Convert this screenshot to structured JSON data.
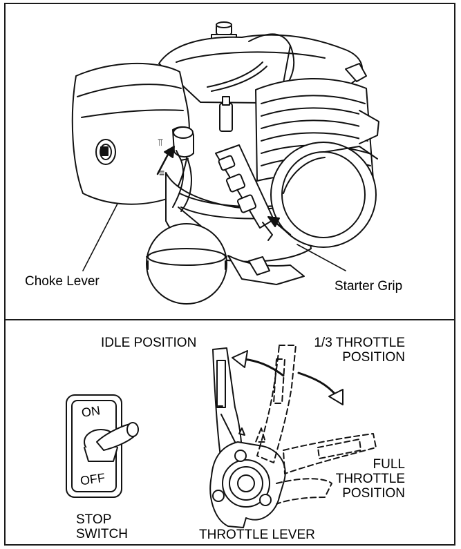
{
  "engine_panel": {
    "choke_label": "Choke Lever",
    "starter_label": "Starter Grip",
    "lever_icon_top": "⫪",
    "lever_icon_bottom": "≡"
  },
  "throttle_panel": {
    "idle_label": "IDLE POSITION",
    "third_label_line1": "1/3 THROTTLE",
    "third_label_line2": "POSITION",
    "full_label_line1": "FULL",
    "full_label_line2": "THROTTLE",
    "full_label_line3": "POSITION",
    "throttle_lever_label": "THROTTLE LEVER",
    "stop_label_line1": "STOP",
    "stop_label_line2": "SWITCH",
    "switch_on": "ON",
    "switch_off": "OFF"
  }
}
